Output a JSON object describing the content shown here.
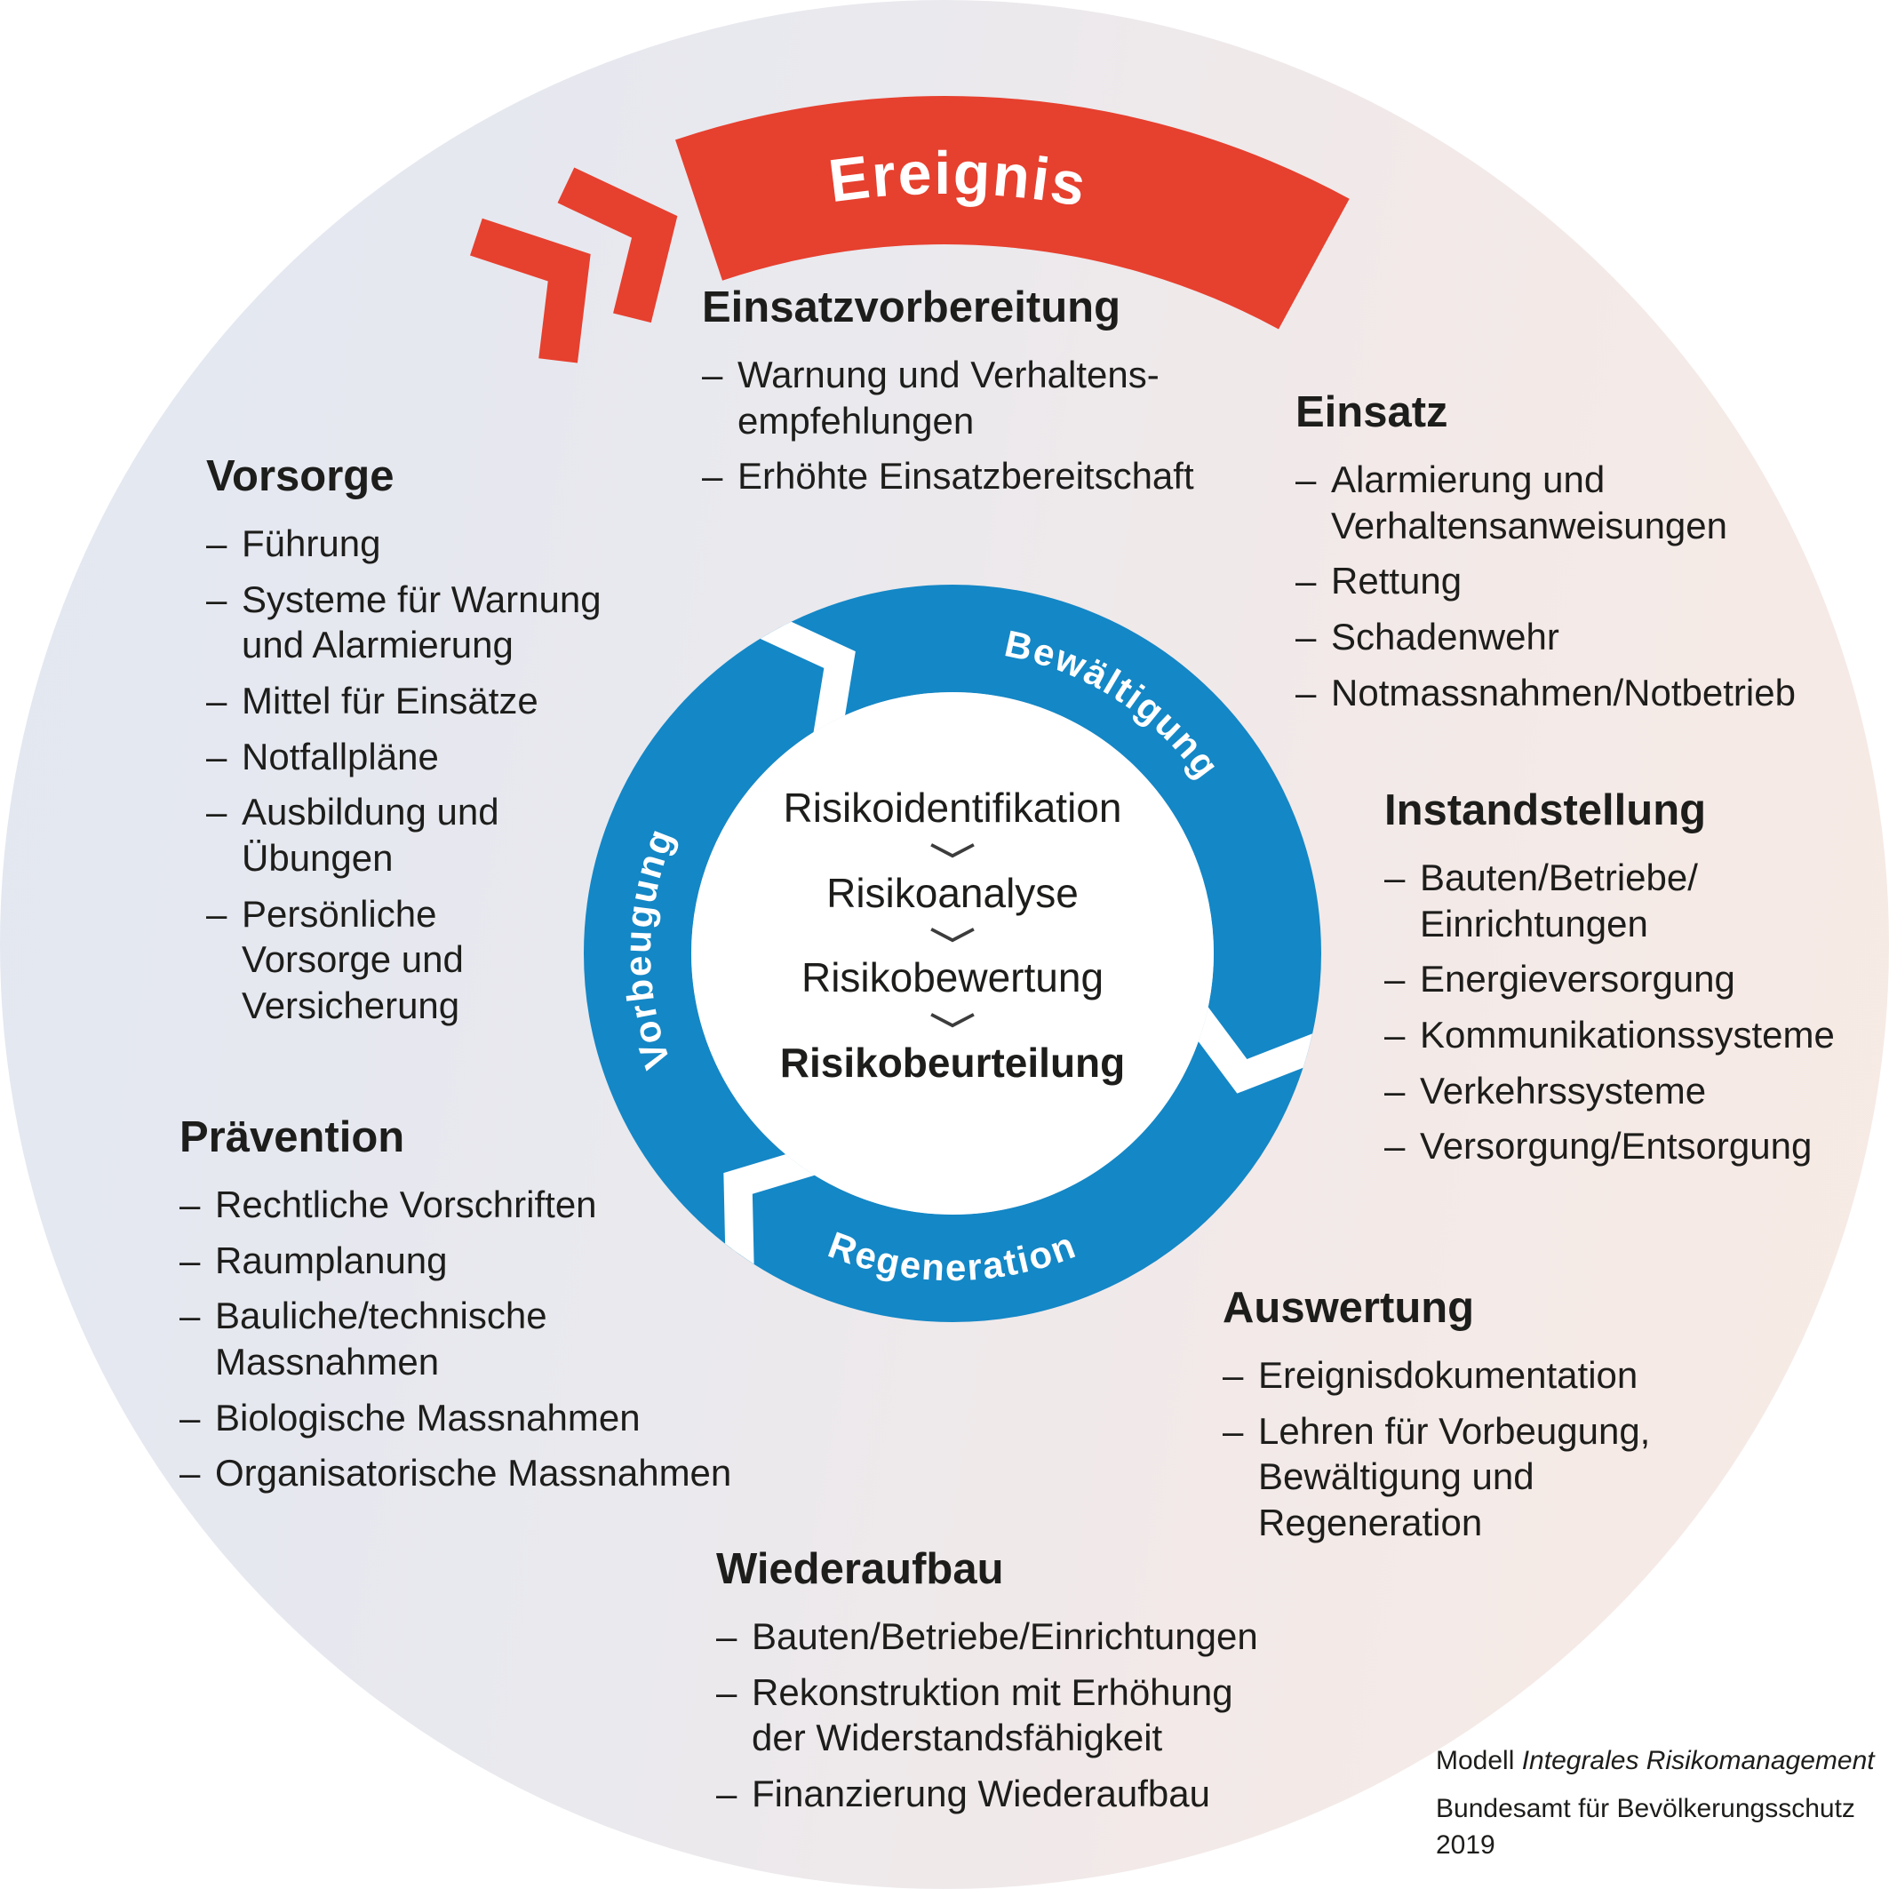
{
  "background": {
    "gradient_left_color": "#e2e7f1",
    "gradient_right_color": "#f8ebe4"
  },
  "banner": {
    "label": "Ereignis",
    "color": "#e6402f"
  },
  "ring": {
    "color": "#1487c6",
    "segments": [
      {
        "label": "Bewältigung"
      },
      {
        "label": "Regeneration"
      },
      {
        "label": "Vorbeugung"
      }
    ],
    "center_steps": [
      "Risikoidentifikation",
      "Risikoanalyse",
      "Risikobewertung",
      "Risikobeurteilung"
    ]
  },
  "list_dash": "–",
  "sections": [
    {
      "title": "Einsatzvorbereitung",
      "items": [
        "Warnung und Verhaltens-\nempfehlungen",
        "Erhöhte Einsatzbereitschaft"
      ]
    },
    {
      "title": "Einsatz",
      "items": [
        "Alarmierung und\nVerhaltensanweisungen",
        "Rettung",
        "Schadenwehr",
        "Notmassnahmen/Notbetrieb"
      ]
    },
    {
      "title": "Vorsorge",
      "items": [
        "Führung",
        "Systeme für Warnung\nund Alarmierung",
        "Mittel für Einsätze",
        "Notfallpläne",
        "Ausbildung und\nÜbungen",
        "Persönliche\nVorsorge und\nVersicherung"
      ]
    },
    {
      "title": "Instandstellung",
      "items": [
        "Bauten/Betriebe/\nEinrichtungen",
        "Energieversorgung",
        "Kommunikationssysteme",
        "Verkehrssysteme",
        "Versorgung/Entsorgung"
      ]
    },
    {
      "title": "Prävention",
      "items": [
        "Rechtliche Vorschriften",
        "Raumplanung",
        "Bauliche/technische\nMassnahmen",
        "Biologische Massnahmen",
        "Organisatorische Massnahmen"
      ]
    },
    {
      "title": "Auswertung",
      "items": [
        "Ereignisdokumentation",
        "Lehren für Vorbeugung,\nBewältigung und\nRegeneration"
      ]
    },
    {
      "title": "Wiederaufbau",
      "items": [
        "Bauten/Betriebe/Einrichtungen",
        "Rekonstruktion mit Erhöhung\nder Widerstandsfähigkeit",
        "Finanzierung Wiederaufbau"
      ]
    }
  ],
  "credit": {
    "prefix": "Modell",
    "model_name": "Integrales Risikomanagement",
    "organization": "Bundesamt für Bevölkerungsschutz",
    "year": "2019"
  }
}
